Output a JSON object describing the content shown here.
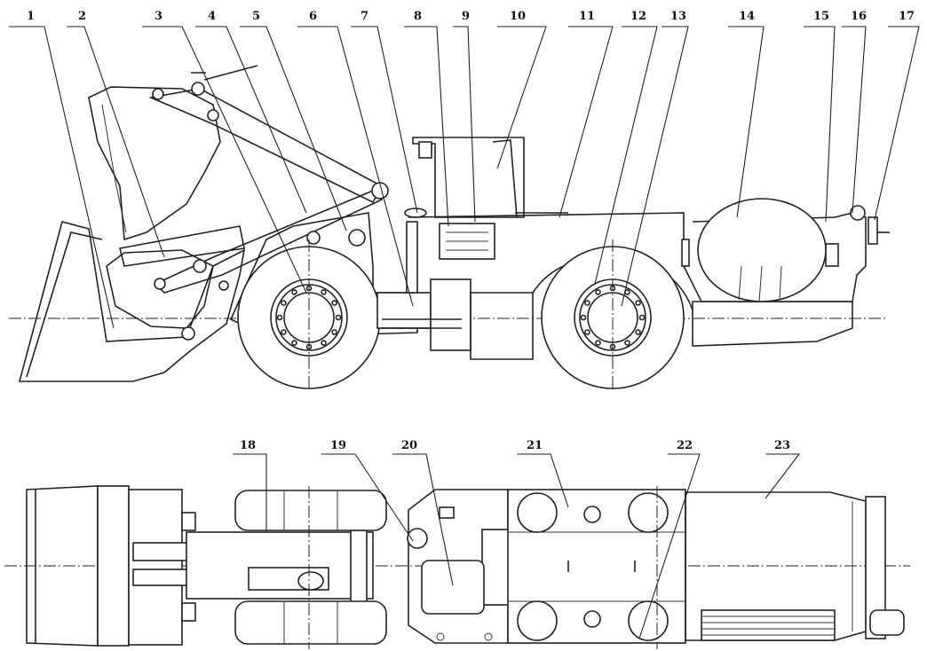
{
  "side_view": {
    "callouts": [
      "1",
      "2",
      "3",
      "4",
      "5",
      "6",
      "7",
      "8",
      "9",
      "10",
      "11",
      "12",
      "13",
      "14",
      "15",
      "16",
      "17"
    ]
  },
  "top_view": {
    "callouts": [
      "18",
      "19",
      "20",
      "21",
      "22",
      "23"
    ]
  }
}
